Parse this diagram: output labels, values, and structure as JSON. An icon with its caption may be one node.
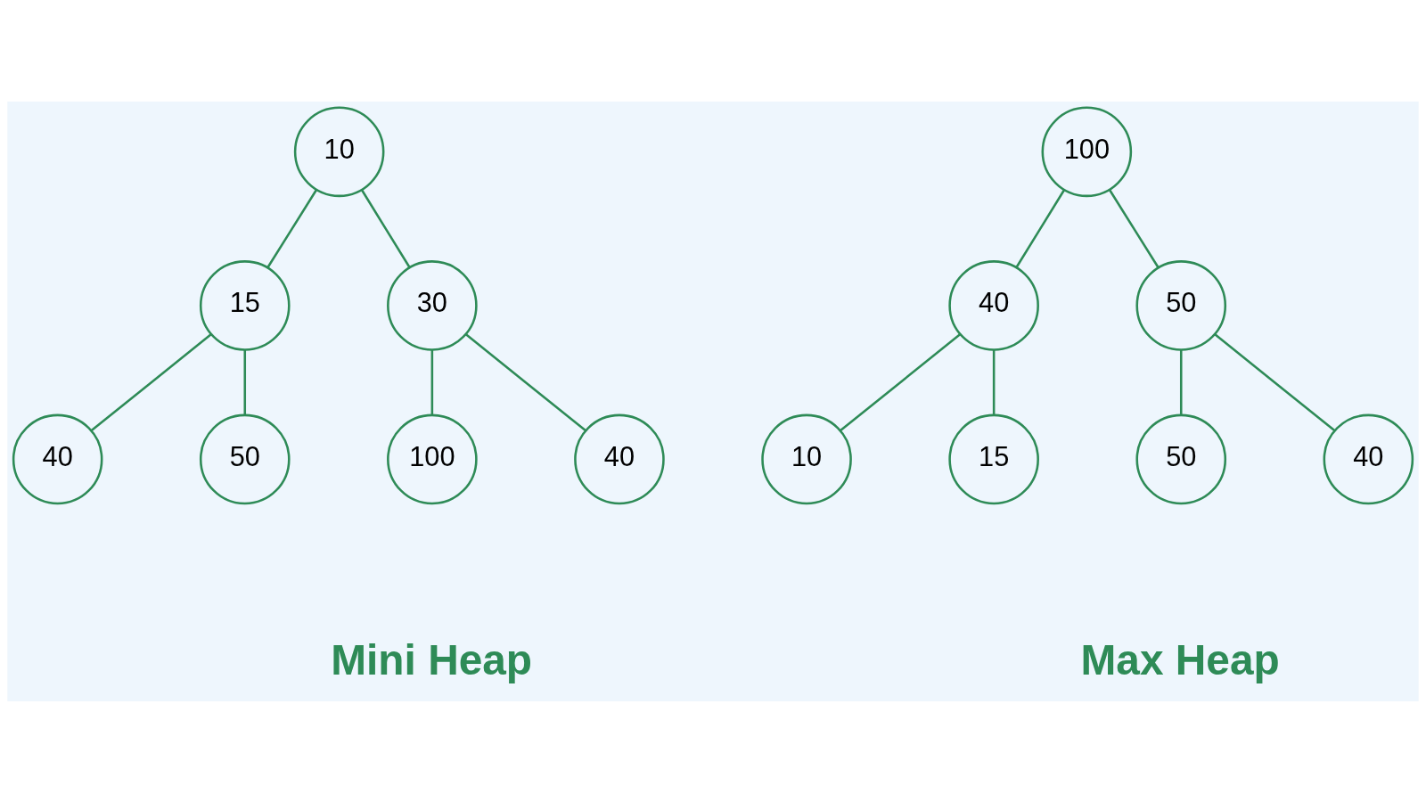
{
  "diagram": {
    "nodes": [
      {
        "text": [
          "10"
        ]
      },
      {
        "text": [
          "15"
        ]
      },
      {
        "text": [
          "30"
        ]
      },
      {
        "text": [
          "40"
        ]
      },
      {
        "text": [
          "50"
        ]
      },
      {
        "text": [
          "100"
        ]
      },
      {
        "text": [
          "40"
        ]
      },
      {
        "text": [
          "100"
        ]
      },
      {
        "text": [
          "40"
        ]
      },
      {
        "text": [
          "50"
        ]
      },
      {
        "text": [
          "10"
        ]
      },
      {
        "text": [
          "15"
        ]
      },
      {
        "text": [
          "50"
        ]
      },
      {
        "text": [
          "40"
        ]
      }
    ],
    "edges": [
      {
        "from": 0,
        "to": 1,
        "arrow": "none"
      },
      {
        "from": 0,
        "to": 2,
        "arrow": "none"
      },
      {
        "from": 1,
        "to": 3,
        "arrow": "none"
      },
      {
        "from": 1,
        "to": 4,
        "arrow": "none"
      },
      {
        "from": 2,
        "to": 5,
        "arrow": "none"
      },
      {
        "from": 2,
        "to": 6,
        "arrow": "none"
      },
      {
        "from": 7,
        "to": 8,
        "arrow": "none"
      },
      {
        "from": 7,
        "to": 9,
        "arrow": "none"
      },
      {
        "from": 8,
        "to": 10,
        "arrow": "none"
      },
      {
        "from": 8,
        "to": 11,
        "arrow": "none"
      },
      {
        "from": 9,
        "to": 12,
        "arrow": "none"
      },
      {
        "from": 9,
        "to": 13,
        "arrow": "none"
      }
    ],
    "labels": [
      "Mini Heap",
      "Max Heap"
    ]
  }
}
